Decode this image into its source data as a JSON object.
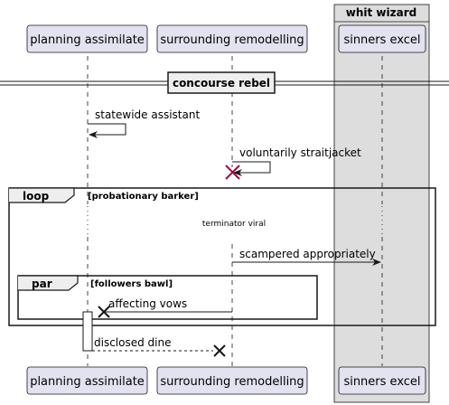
{
  "colors": {
    "participant_fill": "#E2E2F0",
    "participant_stroke": "#181818",
    "box_fill": "#DDDDDD",
    "destroy_red": "#A80036",
    "line": "#181818"
  },
  "box": {
    "title": "whit wizard"
  },
  "participants": [
    {
      "name": "planning assimilate"
    },
    {
      "name": "surrounding remodelling"
    },
    {
      "name": "sinners excel"
    }
  ],
  "divider": {
    "label": "concourse rebel"
  },
  "messages": [
    {
      "label": "statewide assistant",
      "kind": "self-arrow"
    },
    {
      "label": "voluntarily straitjacket",
      "kind": "self-arrow-destroy"
    },
    {
      "label": "terminator viral",
      "kind": "delay-note"
    },
    {
      "label": "scampered appropriately",
      "kind": "arrow"
    },
    {
      "label": "affecting vows",
      "kind": "lost-to-activation"
    },
    {
      "label": "disclosed dine",
      "kind": "dashed-destroy"
    }
  ],
  "fragments": {
    "loop": {
      "keyword": "loop",
      "condition": "[probationary barker]"
    },
    "par": {
      "keyword": "par",
      "condition": "[followers bawl]"
    }
  }
}
